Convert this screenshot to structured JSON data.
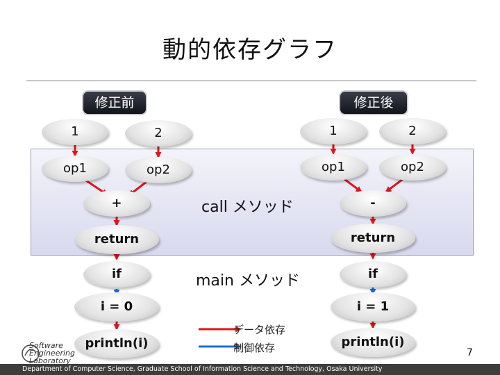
{
  "title": "動的依存グラフ",
  "before": {
    "tag": "修正前",
    "nodes": {
      "n1": "1",
      "n2": "2",
      "op1": "op1",
      "op2": "op2",
      "op": "+",
      "ret": "return",
      "cond": "if",
      "assign": "i = 0",
      "print": "println(i)"
    }
  },
  "after": {
    "tag": "修正後",
    "nodes": {
      "n1": "1",
      "n2": "2",
      "op1": "op1",
      "op2": "op2",
      "op": "-",
      "ret": "return",
      "cond": "if",
      "assign": "i = 1",
      "print": "println(i)"
    }
  },
  "labels": {
    "call": "call メソッド",
    "main": "main メソッド"
  },
  "legend": {
    "data": "データ依存",
    "control": "制御依存"
  },
  "colors": {
    "data": "#e0141b",
    "control": "#1f6fd1"
  },
  "logo": [
    "Software",
    "Engineering",
    "Laboratory"
  ],
  "footer": "Department of Computer Science, Graduate School of Information Science and Technology, Osaka University",
  "page_number": "7"
}
